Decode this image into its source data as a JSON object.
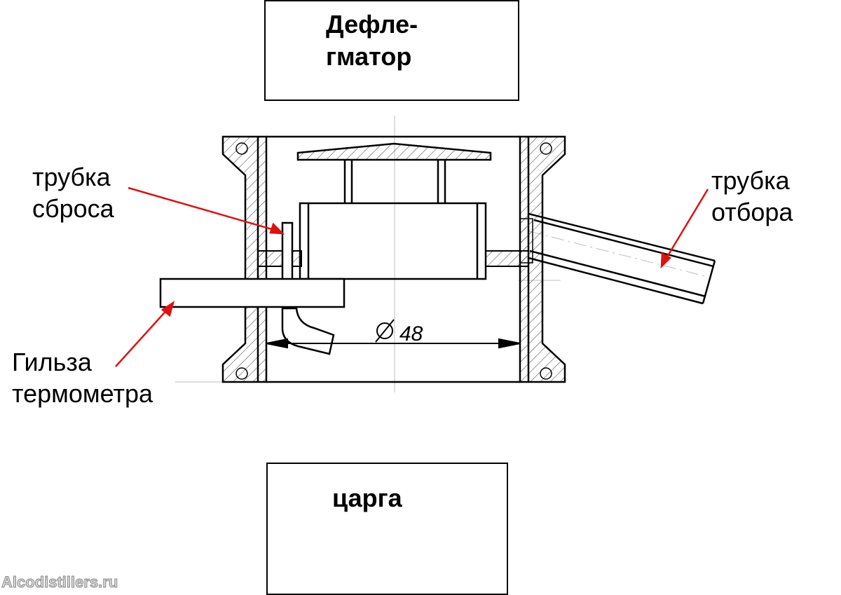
{
  "dephlegmator": {
    "line1": "Дефле-",
    "line2": "гматор"
  },
  "tsarga": {
    "label": "царга"
  },
  "labels": {
    "drain_tube": {
      "line1": "трубка",
      "line2": "сброса"
    },
    "takeoff_tube": {
      "line1": "трубка",
      "line2": "отбора"
    },
    "thermo_sleeve": {
      "line1": "Гильза",
      "line2": "термометра"
    }
  },
  "dimension": {
    "symbol": "∅",
    "value": "48"
  },
  "watermark": "Alcodistillers.ru",
  "colors": {
    "leader": "#e01010",
    "drawing": "#000000",
    "hatch": "#555555",
    "faint": "#bdbdbd"
  }
}
